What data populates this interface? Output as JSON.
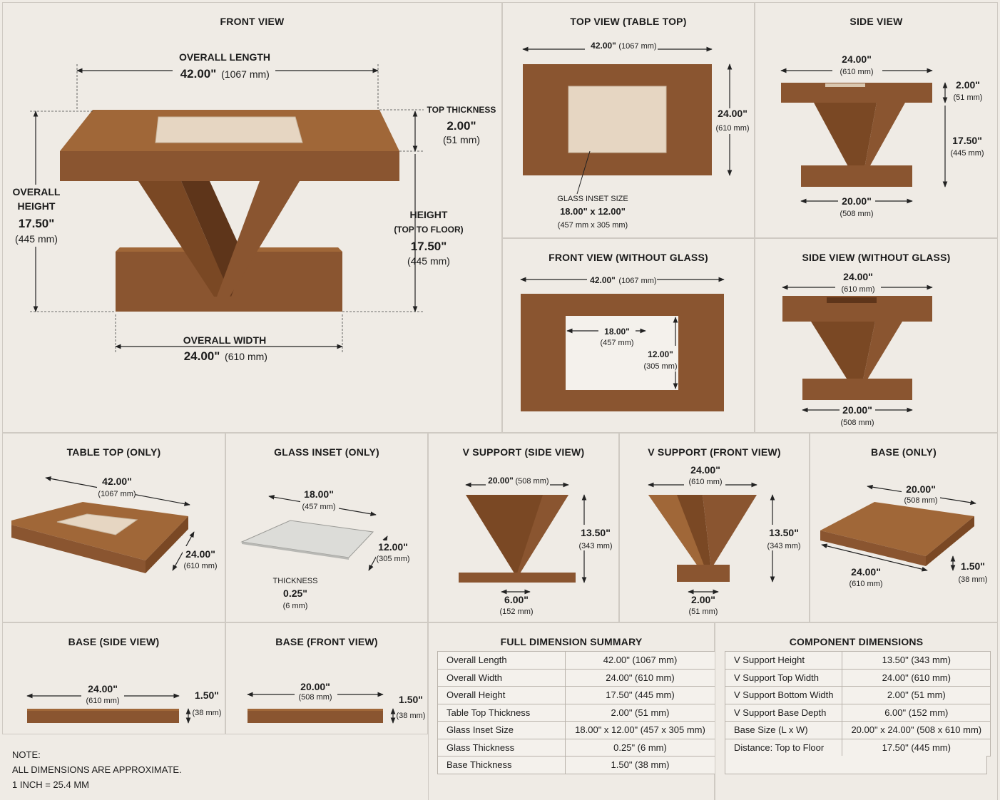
{
  "front_view": {
    "title": "FRONT VIEW",
    "overall_length_label": "OVERALL LENGTH",
    "overall_length_in": "42.00\"",
    "overall_length_mm": "(1067 mm)",
    "overall_height_label_1": "OVERALL",
    "overall_height_label_2": "HEIGHT",
    "overall_height_in": "17.50\"",
    "overall_height_mm": "(445 mm)",
    "top_thickness_label": "TOP THICKNESS",
    "top_thickness_in": "2.00\"",
    "top_thickness_mm": "(51 mm)",
    "height_label": "HEIGHT",
    "height_sub": "(TOP TO FLOOR)",
    "height_in": "17.50\"",
    "height_mm": "(445 mm)",
    "overall_width_label": "OVERALL WIDTH",
    "overall_width_in": "24.00\"",
    "overall_width_mm": "(610 mm)"
  },
  "top_view": {
    "title": "TOP VIEW (TABLE TOP)",
    "length": "42.00\"",
    "length_mm": "(1067 mm)",
    "width_in": "24.00\"",
    "width_mm": "(610 mm)",
    "glass_label": "GLASS INSET SIZE",
    "glass_size": "18.00\" x 12.00\"",
    "glass_mm": "(457 mm x 305 mm)"
  },
  "side_view": {
    "title": "SIDE VIEW",
    "width_in": "24.00\"",
    "width_mm": "(610 mm)",
    "thick_in": "2.00\"",
    "thick_mm": "(51 mm)",
    "height_in": "17.50\"",
    "height_mm": "(445 mm)",
    "base_in": "20.00\"",
    "base_mm": "(508 mm)"
  },
  "front_no_glass": {
    "title": "FRONT VIEW (WITHOUT GLASS)",
    "length": "42.00\"",
    "length_mm": "(1067 mm)",
    "open_w_in": "18.00\"",
    "open_w_mm": "(457 mm)",
    "open_h_in": "12.00\"",
    "open_h_mm": "(305 mm)"
  },
  "side_no_glass": {
    "title": "SIDE VIEW (WITHOUT GLASS)",
    "width_in": "24.00\"",
    "width_mm": "(610 mm)",
    "base_in": "20.00\"",
    "base_mm": "(508 mm)"
  },
  "table_top_only": {
    "title": "TABLE TOP (ONLY)",
    "length_in": "42.00\"",
    "length_mm": "(1067 mm)",
    "width_in": "24.00\"",
    "width_mm": "(610 mm)"
  },
  "glass_only": {
    "title": "GLASS INSET (ONLY)",
    "length_in": "18.00\"",
    "length_mm": "(457 mm)",
    "width_in": "12.00\"",
    "width_mm": "(305 mm)",
    "thickness_label": "THICKNESS",
    "thickness_in": "0.25\"",
    "thickness_mm": "(6 mm)"
  },
  "v_side": {
    "title": "V SUPPORT (SIDE VIEW)",
    "top_w": "20.00\"",
    "top_w_mm": "(508 mm)",
    "height_in": "13.50\"",
    "height_mm": "(343 mm)",
    "foot_in": "6.00\"",
    "foot_mm": "(152 mm)"
  },
  "v_front": {
    "title": "V SUPPORT (FRONT VIEW)",
    "top_w": "24.00\"",
    "top_w_mm": "(610 mm)",
    "height_in": "13.50\"",
    "height_mm": "(343 mm)",
    "foot_in": "2.00\"",
    "foot_mm": "(51 mm)"
  },
  "base_only": {
    "title": "BASE (ONLY)",
    "length_in": "20.00\"",
    "length_mm": "(508 mm)",
    "width_in": "24.00\"",
    "width_mm": "(610 mm)",
    "thick_in": "1.50\"",
    "thick_mm": "(38 mm)"
  },
  "base_side": {
    "title": "BASE (SIDE VIEW)",
    "length_in": "24.00\"",
    "length_mm": "(610 mm)",
    "thick_in": "1.50\"",
    "thick_mm": "(38 mm)"
  },
  "base_front": {
    "title": "BASE (FRONT VIEW)",
    "length_in": "20.00\"",
    "length_mm": "(508 mm)",
    "thick_in": "1.50\"",
    "thick_mm": "(38 mm)"
  },
  "summary": {
    "title": "FULL DIMENSION SUMMARY",
    "rows": [
      {
        "label": "Overall Length",
        "value": "42.00\"  (1067 mm)"
      },
      {
        "label": "Overall Width",
        "value": "24.00\"  (610 mm)"
      },
      {
        "label": "Overall Height",
        "value": "17.50\"  (445 mm)"
      },
      {
        "label": "Table Top Thickness",
        "value": "2.00\"  (51 mm)"
      },
      {
        "label": "Glass Inset Size",
        "value": "18.00\" x 12.00\"  (457 x 305 mm)"
      },
      {
        "label": "Glass Thickness",
        "value": "0.25\"   (6 mm)"
      },
      {
        "label": "Base Thickness",
        "value": "1.50\"  (38 mm)"
      }
    ]
  },
  "components": {
    "title": "COMPONENT DIMENSIONS",
    "rows": [
      {
        "label": "V Support Height",
        "value": "13.50\"  (343 mm)"
      },
      {
        "label": "V Support Top Width",
        "value": "24.00\"  (610 mm)"
      },
      {
        "label": "V Support Bottom Width",
        "value": "2.00\"  (51 mm)"
      },
      {
        "label": "V Support Base Depth",
        "value": "6.00\"  (152 mm)"
      },
      {
        "label": "Base Size (L x W)",
        "value": "20.00\" x 24.00\" (508 x 610 mm)"
      },
      {
        "label": "Distance: Top to Floor",
        "value": "17.50\"  (445 mm)"
      }
    ]
  },
  "note": {
    "line1": "NOTE:",
    "line2": "ALL DIMENSIONS ARE APPROXIMATE.",
    "line3": "1 INCH = 25.4 MM"
  }
}
